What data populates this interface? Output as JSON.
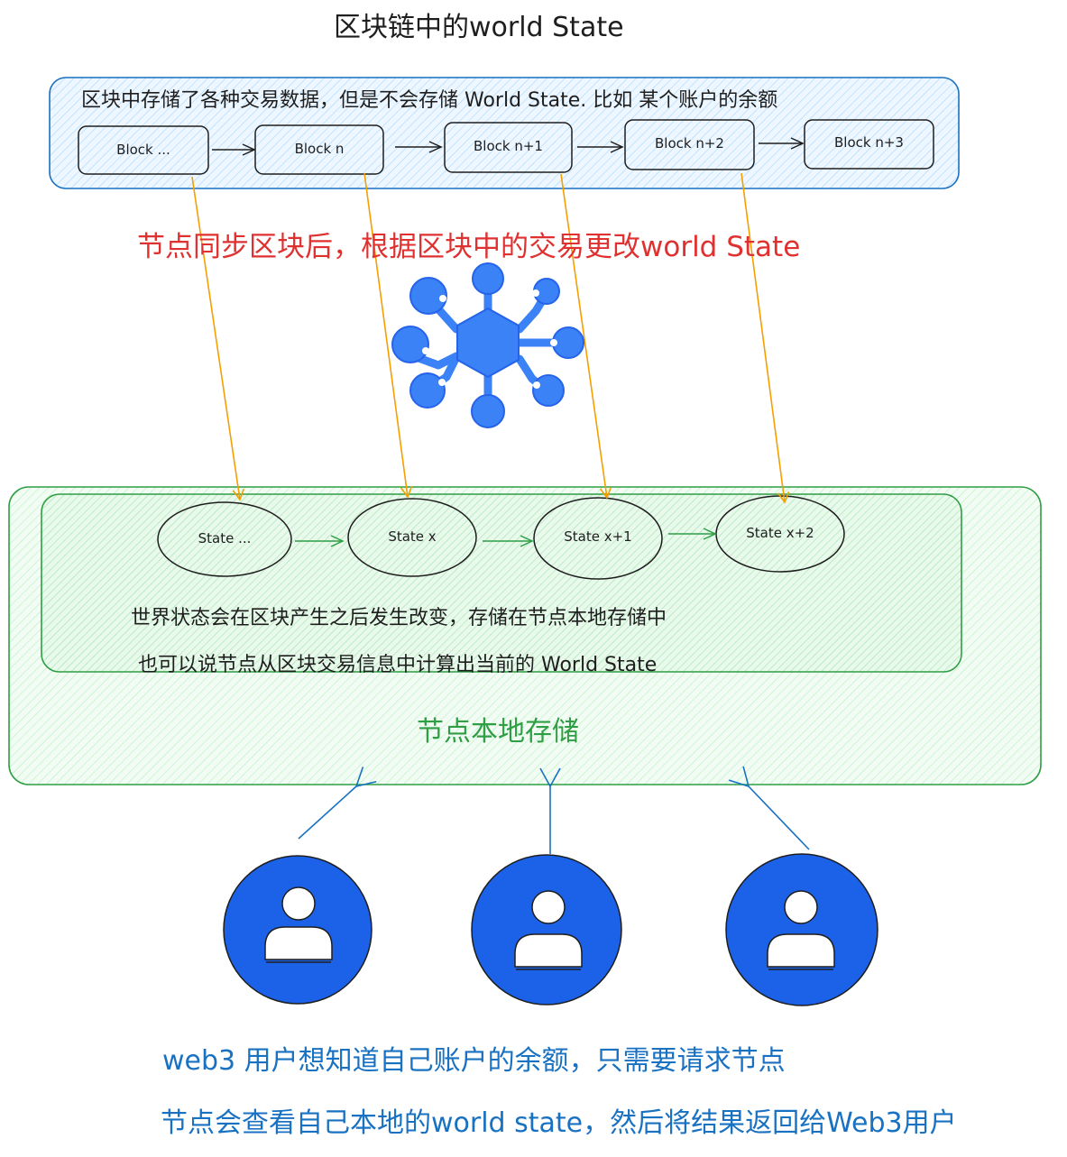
{
  "title": "区块链中的world State",
  "chain": {
    "description": "区块中存储了各种交易数据，但是不会存储 World State. 比如 某个账户的余额",
    "blocks": [
      "Block ...",
      "Block n",
      "Block n+1",
      "Block n+2",
      "Block n+3"
    ]
  },
  "sync_note": "节点同步区块后，根据区块中的交易更改world State",
  "node": {
    "states": [
      "State ...",
      "State x",
      "State x+1",
      "State x+2"
    ],
    "note_line1": "世界状态会在区块产生之后发生改变，存储在节点本地存储中",
    "note_line2": "也可以说节点从区块交易信息中计算出当前的 World State",
    "storage_label": "节点本地存储"
  },
  "users": {
    "count": 3,
    "note_line1": "web3 用户想知道自己账户的余额，只需要请求节点",
    "note_line2": "节点会查看自己本地的world state，然后将结果返回给Web3用户"
  },
  "colors": {
    "chain_fill": "#d0ebff",
    "chain_stroke": "#1971c2",
    "block_fill": "#e7f5ff",
    "sync_arrow": "#f59f00",
    "sync_text": "#e03131",
    "storage_fill": "#ebfbee",
    "storage_stroke": "#2f9e44",
    "user_fill": "#1c62e8",
    "network_fill": "#3b82f6",
    "request_arrow": "#1971c2"
  },
  "icons": [
    "network-hub-icon",
    "user-avatar-icon"
  ]
}
